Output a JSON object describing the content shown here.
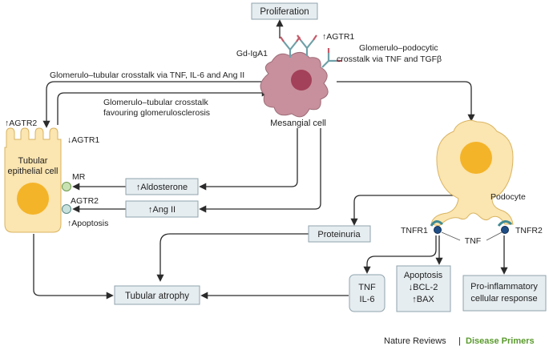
{
  "nodes": {
    "proliferation": "Proliferation",
    "agtr1_top_arrow": "↑",
    "agtr1_top": "AGTR1",
    "gd_iga1": "Gd-IgA1",
    "mesangial_cell": "Mesangial cell",
    "tubular_cell_line1": "Tubular",
    "tubular_cell_line2": "epithelial cell",
    "agtr2_up_arrow": "↑",
    "agtr2_up": "AGTR2",
    "agtr1_down_arrow": "↓",
    "agtr1_down": "AGTR1",
    "mr": "MR",
    "agtr2": "AGTR2",
    "apoptosis_up_arrow": "↑",
    "apoptosis_up": "Apoptosis",
    "podocyte": "Podocyte",
    "tnfr1": "TNFR1",
    "tnfr2": "TNFR2",
    "tnf": "TNF"
  },
  "links": {
    "glomerulo_tubular_1": "Glomerulo–tubular crosstalk via TNF, IL-6 and Ang II",
    "glomerulo_tubular_2_line1": "Glomerulo–tubular crosstalk",
    "glomerulo_tubular_2_line2": "favouring glomerulosclerosis",
    "glomerulo_podocytic_line1": "Glomerulo–podocytic",
    "glomerulo_podocytic_line2": "crosstalk via TNF and TGFβ"
  },
  "boxes": {
    "aldosterone_arrow": "↑",
    "aldosterone": "Aldosterone",
    "ang2_arrow": "↑",
    "ang2": "Ang II",
    "proteinuria": "Proteinuria",
    "tubular_atrophy": "Tubular atrophy",
    "tnf_il6_line1": "TNF",
    "tnf_il6_line2": "IL-6",
    "apoptosis_title": "Apoptosis",
    "bcl2_arrow": "↓",
    "bcl2": "BCL-2",
    "bax_arrow": "↑",
    "bax": "BAX",
    "proinflammatory_line1": "Pro-inflammatory",
    "proinflammatory_line2": "cellular response"
  },
  "credit": {
    "publisher": "Nature Reviews",
    "separator": "|",
    "journal": "Disease Primers"
  },
  "colors": {
    "mesangial_fill": "#c8909c",
    "mesangial_nucleus": "#a3405a",
    "cell_fill": "#fbe5b0",
    "nucleus_fill": "#f4b429",
    "box_fill": "#e6edf0",
    "credit_green": "#5a9a2d"
  }
}
